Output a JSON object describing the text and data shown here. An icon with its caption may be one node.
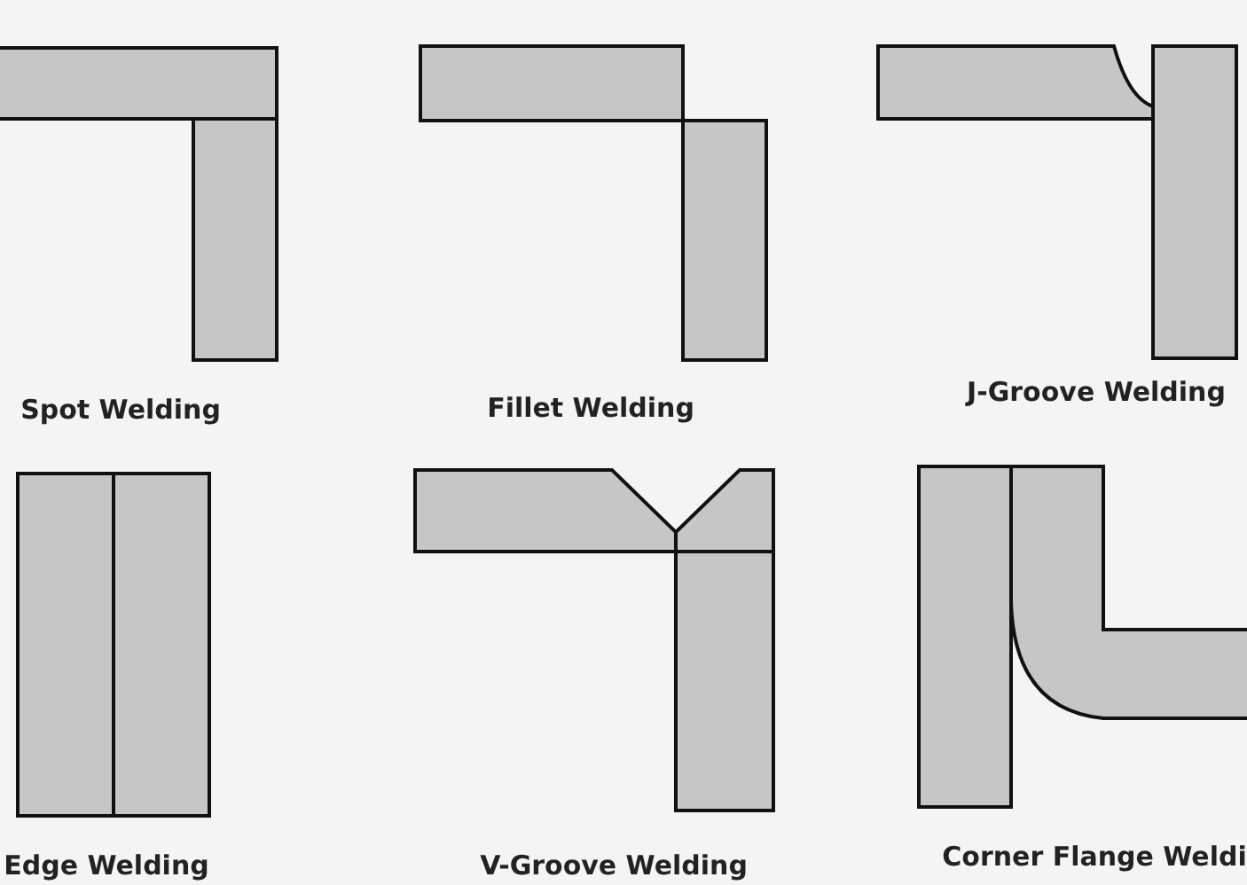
{
  "diagram": {
    "labels": [
      "Spot Welding",
      "Fillet Welding",
      "J-Groove Welding",
      "Edge Welding",
      "V-Groove Welding",
      "Corner Flange Weldi"
    ]
  }
}
